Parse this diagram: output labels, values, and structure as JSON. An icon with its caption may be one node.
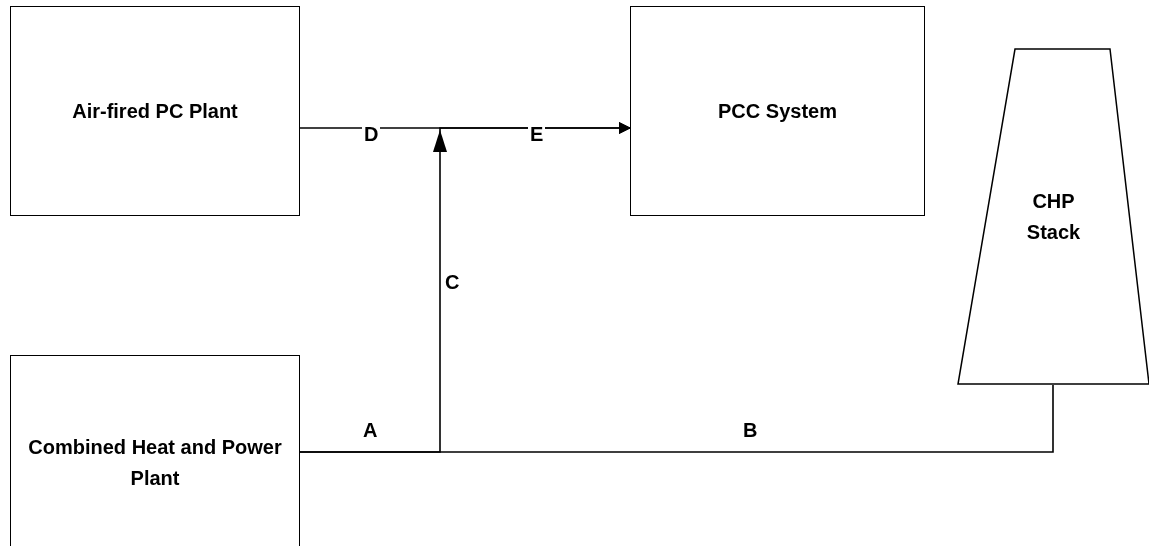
{
  "diagram": {
    "nodes": [
      {
        "text": [
          "Air-fired PC Plant"
        ]
      },
      {
        "text": [
          "PCC System"
        ]
      },
      {
        "text": [
          "CHP Stack"
        ]
      },
      {
        "text": [
          "Combined Heat and Power Plant"
        ]
      }
    ],
    "edges": [
      {
        "from": 0,
        "to": 1,
        "arrow": "to"
      },
      {
        "from": 3,
        "to": 1,
        "arrow": "to"
      },
      {
        "from": 3,
        "to": 2,
        "arrow": "none"
      }
    ],
    "labels": [
      "D",
      "E",
      "C",
      "A",
      "B"
    ]
  }
}
